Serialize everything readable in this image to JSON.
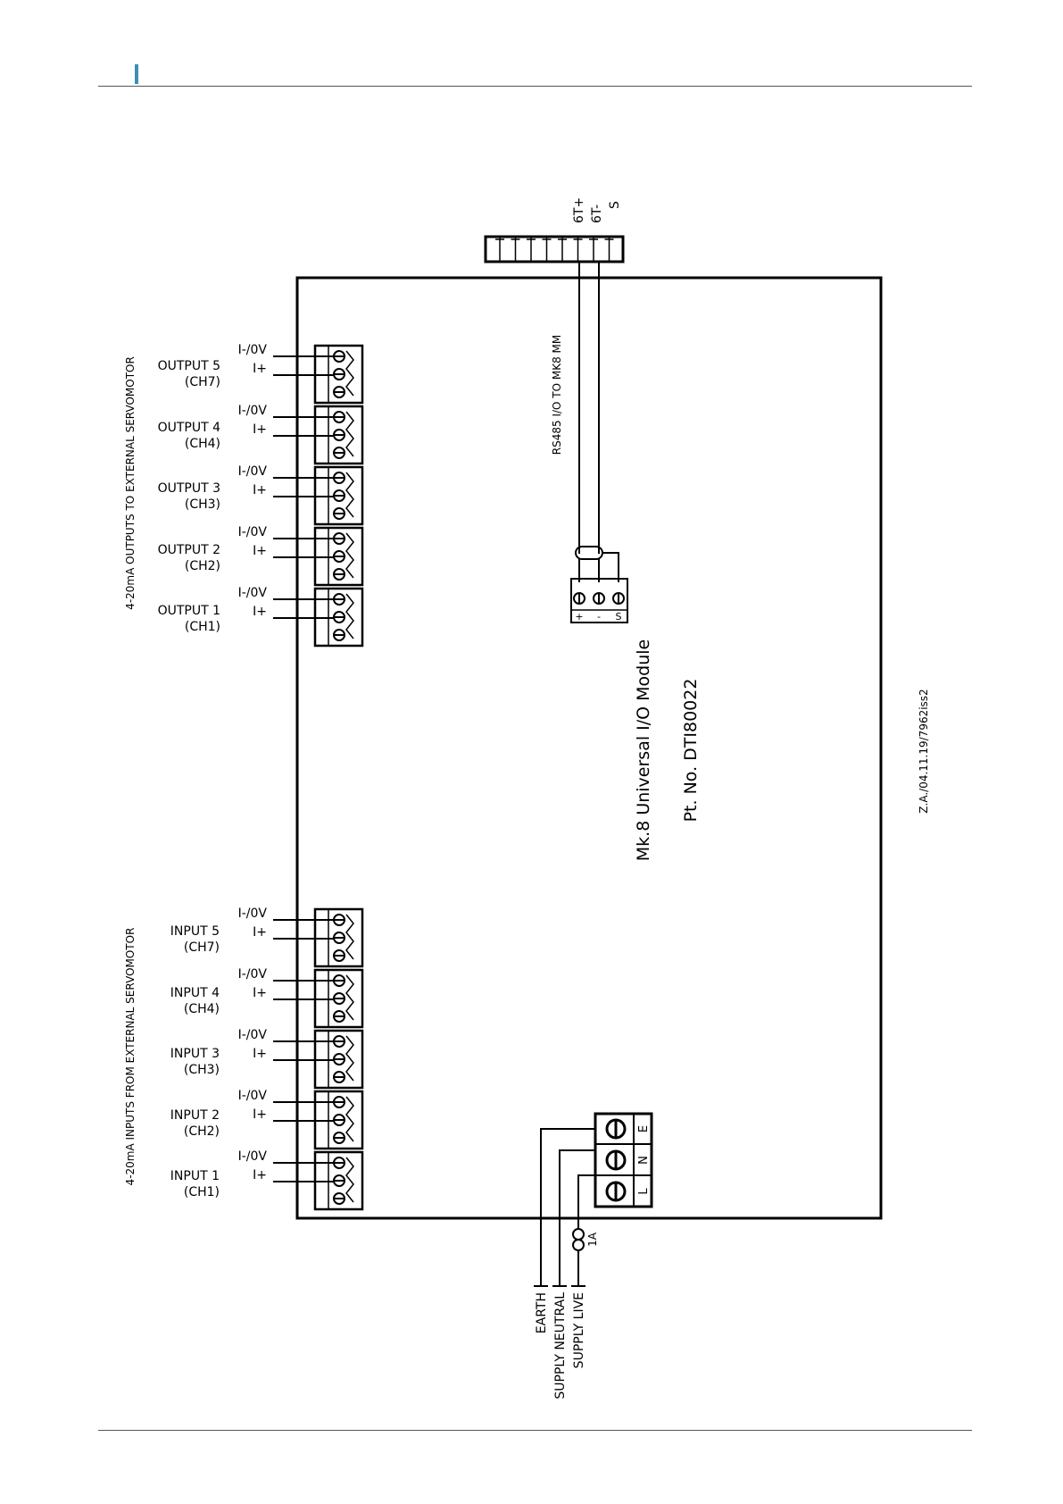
{
  "colors": {
    "accent": "#3a8fb7",
    "line": "#000000",
    "rule": "#555555"
  },
  "outputs_group_label": "4-20mA OUTPUTS TO EXTERNAL SERVOMOTOR",
  "inputs_group_label": "4-20mA INPUTS FROM EXTERNAL SERVOMOTOR",
  "terminal_pin_labels": {
    "neg": "I-/0V",
    "pos": "I+"
  },
  "outputs": [
    {
      "name": "OUTPUT 5",
      "channel": "(CH7)"
    },
    {
      "name": "OUTPUT 4",
      "channel": "(CH4)"
    },
    {
      "name": "OUTPUT 3",
      "channel": "(CH3)"
    },
    {
      "name": "OUTPUT 2",
      "channel": "(CH2)"
    },
    {
      "name": "OUTPUT 1",
      "channel": "(CH1)"
    }
  ],
  "inputs": [
    {
      "name": "INPUT 5",
      "channel": "(CH7)"
    },
    {
      "name": "INPUT 4",
      "channel": "(CH4)"
    },
    {
      "name": "INPUT 3",
      "channel": "(CH3)"
    },
    {
      "name": "INPUT 2",
      "channel": "(CH2)"
    },
    {
      "name": "INPUT 1",
      "channel": "(CH1)"
    }
  ],
  "rs485": {
    "cable_label": "RS485 I/O TO MK8 MM",
    "header_pins": [
      "6T+",
      "6T-",
      "S"
    ],
    "connector_pins": [
      "+",
      "-",
      "S"
    ]
  },
  "module": {
    "title": "Mk.8 Universal I/O Module",
    "part_number": "Pt. No. DTI80022"
  },
  "revision": "Z.A./04.11.19/7962iss2",
  "power": {
    "terminal_labels": [
      "E",
      "N",
      "L"
    ],
    "earth": "EARTH",
    "neutral": "SUPPLY NEUTRAL",
    "live": "SUPPLY LIVE",
    "fuse": "1A"
  }
}
